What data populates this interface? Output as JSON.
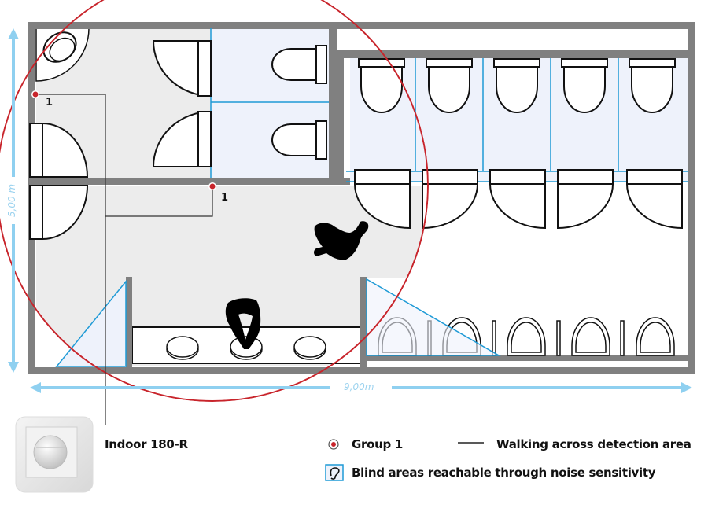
{
  "product": {
    "name": "Indoor 180-R"
  },
  "sensor_labels": [
    "1",
    "1"
  ],
  "dimensions": {
    "height": "5,00 m",
    "width": "9,00m"
  },
  "legend": {
    "group": "Group 1",
    "walking": "Walking across detection area",
    "blind": "Blind areas reachable through noise sensitivity"
  },
  "colors": {
    "wall": "#808080",
    "detection_area": "#ececec",
    "detection_edge": "#c8242b",
    "blind_area": "#eef2fb",
    "partition": "#1e9ad6",
    "dimension": "#8fd0f0",
    "sensor": "#c8242b"
  },
  "icons": {
    "group": "sensor-dot-icon",
    "blind": "ear-icon"
  }
}
